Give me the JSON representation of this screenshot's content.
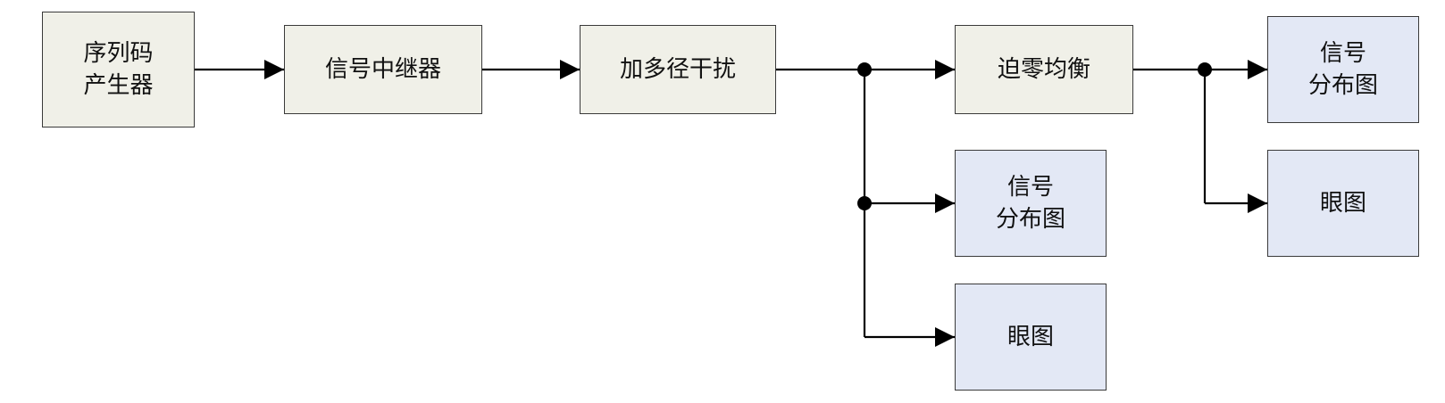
{
  "colors": {
    "process_fill": "#f0f0e8",
    "output_fill": "#e3e8f5",
    "stroke": "#000000"
  },
  "blocks": {
    "sequence_generator": "序列码\n产生器",
    "signal_repeater": "信号中继器",
    "multipath_interference": "加多径干扰",
    "zero_forcing_equalizer": "迫零均衡",
    "distribution_top_right": "信号\n分布图",
    "eye_top_right": "眼图",
    "distribution_mid": "信号\n分布图",
    "eye_bottom": "眼图"
  }
}
